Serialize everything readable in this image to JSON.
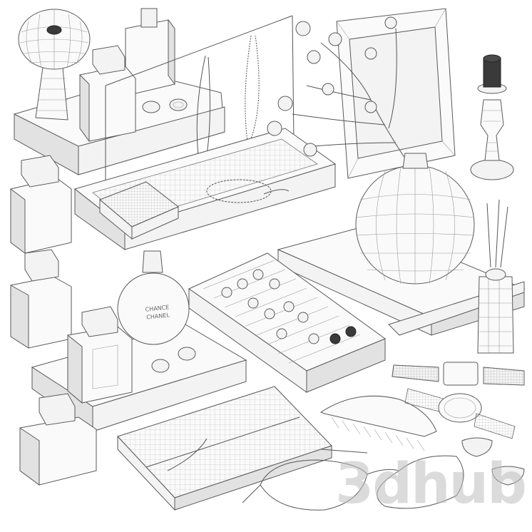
{
  "scene": {
    "label_line1": "CHANCE",
    "label_line2": "CHANEL",
    "watermark": "3dhub"
  },
  "colors": {
    "background": "#ffffff",
    "line": "#5a5a5a",
    "surface": "#f3f3f3",
    "wire": "#9a9a9a",
    "dark": "#3a3a3a"
  }
}
